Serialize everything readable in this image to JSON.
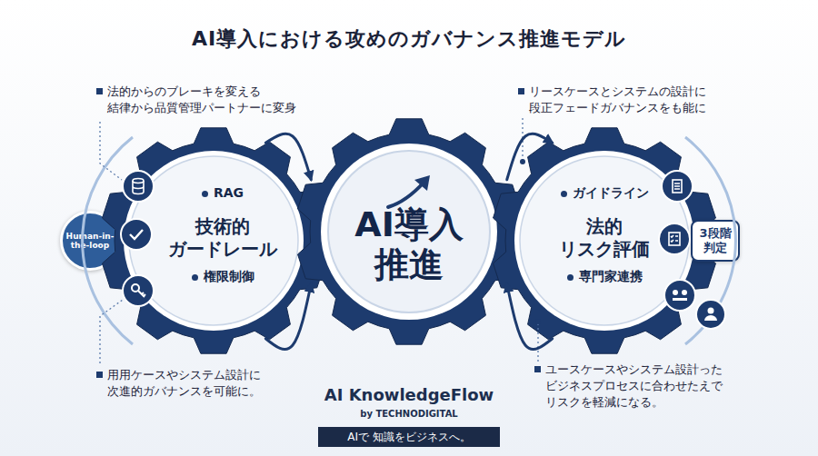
{
  "diagram": {
    "title": "AI導入における攻めのガバナンス推進モデル",
    "nodes": [
      {
        "text": [
          "Human-in-the-loop"
        ]
      },
      {
        "text": [
          "RAG",
          "技術的 ガードレール",
          "権限制御"
        ]
      },
      {
        "text": [
          "AI導入 推進"
        ]
      },
      {
        "text": [
          "ガイドライン",
          "法的 リスク評価",
          "専門家連携"
        ]
      },
      {
        "text": [
          "3段階 判定"
        ]
      },
      {
        "text": [
          "AIで 知識をビジネスへ。"
        ]
      }
    ],
    "edges": [
      {
        "from": 1,
        "to": 2,
        "arrow": "to"
      },
      {
        "from": 1,
        "to": 2,
        "arrow": "to"
      },
      {
        "from": 2,
        "to": 3,
        "arrow": "to"
      },
      {
        "from": 3,
        "to": 2,
        "arrow": "to"
      }
    ],
    "labels": [
      "法的からのブレーキを変える 結律から品質管理パートナーに変身",
      "リースケースとシステムの設計に 段正フェードガバナンスをも能に",
      "用用ケースやシステム設計に 次進的ガバナンスを可能に。",
      "ユースケースやシステム設計った ビジネスプロセスに合わせたえで リスクを軽減になる。",
      "AI KnowledgeFlow",
      "by TECHNODIGITAL"
    ]
  }
}
